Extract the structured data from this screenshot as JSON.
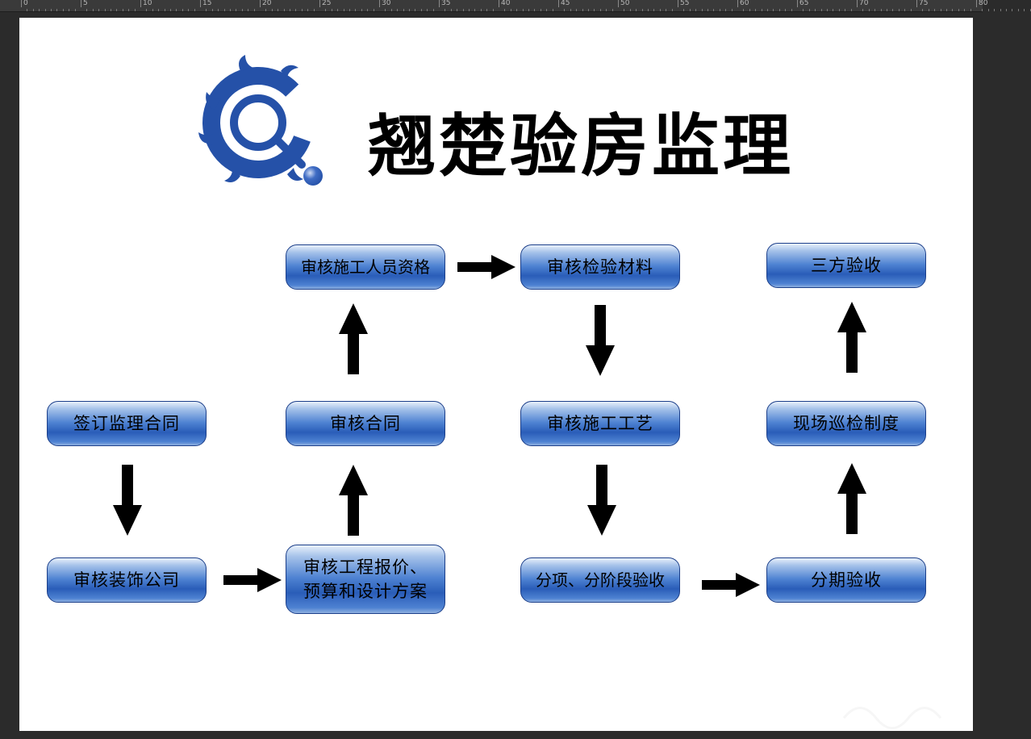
{
  "ruler": {
    "labels": [
      "0",
      "5",
      "10",
      "15",
      "20",
      "25",
      "30",
      "35",
      "40",
      "45",
      "50",
      "55",
      "60",
      "65",
      "70",
      "75",
      "80"
    ]
  },
  "header": {
    "title": "翘楚验房监理",
    "logo_icon": "brand-swirl-logo",
    "brand_color": "#2551a8"
  },
  "nodes": {
    "sign_contract": "签订监理合同",
    "review_company": "审核装饰公司",
    "review_quote": "审核工程报价、\n预算和设计方案",
    "review_contract": "审核合同",
    "review_personnel": "审核施工人员资格",
    "review_materials": "审核检验材料",
    "review_process": "审核施工工艺",
    "stage_acceptance": "分项、分阶段验收",
    "phase_acceptance": "分期验收",
    "site_inspection": "现场巡检制度",
    "tripartite_acceptance": "三方验收"
  },
  "colors": {
    "box_gradient_dark": "#2a5db8",
    "box_border": "#1c3f8a",
    "arrow": "#000000",
    "canvas": "#ffffff",
    "workspace": "#2b2b2b"
  }
}
